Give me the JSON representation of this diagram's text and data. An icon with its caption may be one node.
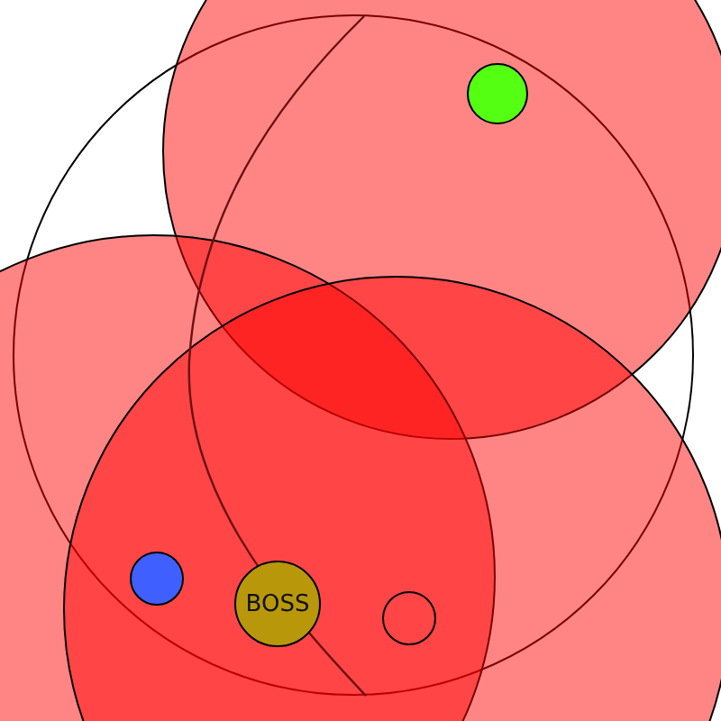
{
  "diagram": {
    "nodes": [
      {
        "text": [],
        "shape": "circle"
      },
      {
        "text": [],
        "shape": "circle"
      },
      {
        "text": [],
        "shape": "circle"
      },
      {
        "text": [],
        "shape": "circle"
      },
      {
        "text": [],
        "shape": "circle"
      },
      {
        "text": [],
        "shape": "circle"
      },
      {
        "text": [
          "BOSS"
        ]
      },
      {
        "text": [],
        "shape": "circle"
      }
    ]
  }
}
